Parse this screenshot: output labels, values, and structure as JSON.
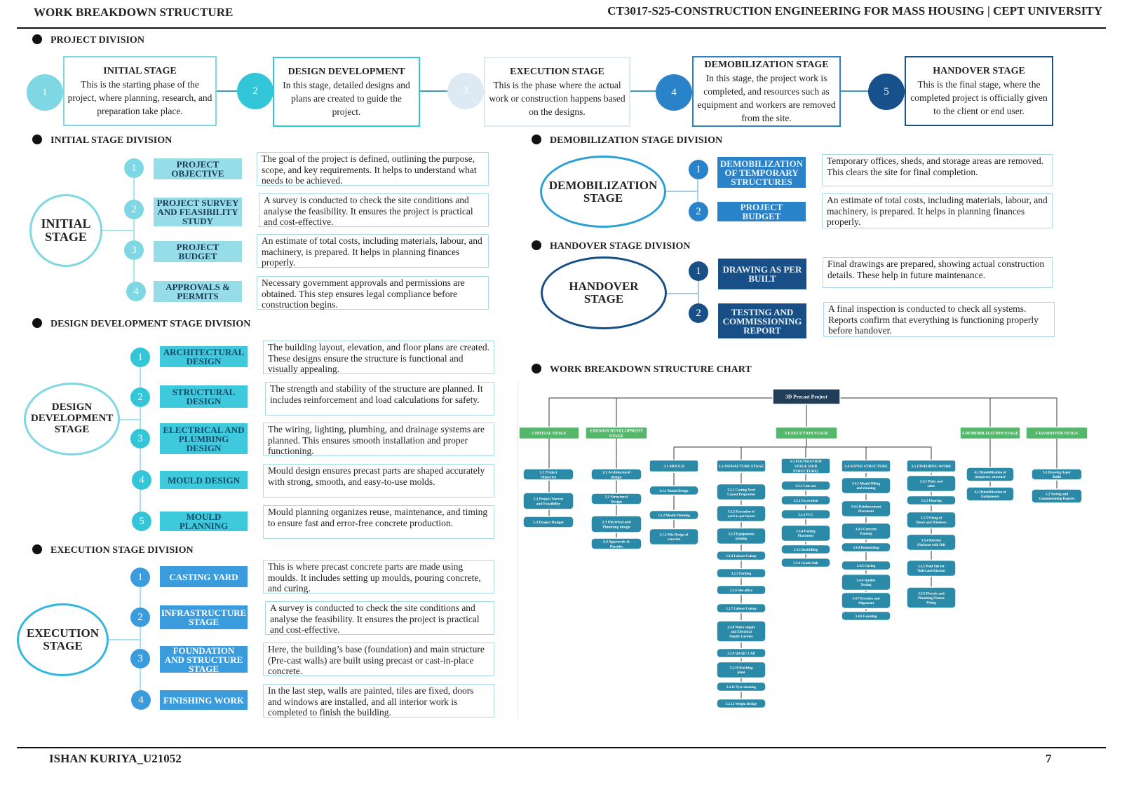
{
  "header": {
    "left": "WORK BREAKDOWN STRUCTURE",
    "right": "CT3017-S25-CONSTRUCTION ENGINEERING FOR MASS HOUSING | CEPT UNIVERSITY"
  },
  "sections": {
    "project_division": "PROJECT DIVISION",
    "initial": "INITIAL STAGE DIVISION",
    "design": "DESIGN DEVELOPMENT STAGE DIVISION",
    "execution": "EXECUTION STAGE DIVISION",
    "demob": "DEMOBILIZATION STAGE DIVISION",
    "handover": "HANDOVER STAGE DIVISION",
    "wbs_chart": "WORK BREAKDOWN STRUCTURE CHART"
  },
  "stages": [
    {
      "num": "1",
      "title": "INITIAL STAGE",
      "text": "This is the starting phase of the project, where planning, research, and preparation take place."
    },
    {
      "num": "2",
      "title": "DESIGN DEVELOPMENT",
      "text": "In this stage, detailed designs and plans are created to guide the project."
    },
    {
      "num": "3",
      "title": "EXECUTION STAGE",
      "text": "This is the phase where the actual work or construction happens based on the designs."
    },
    {
      "num": "4",
      "title": "DEMOBILIZATION STAGE",
      "text": "In this stage, the project work is completed, and resources such as equipment and workers are removed from the site."
    },
    {
      "num": "5",
      "title": "HANDOVER STAGE",
      "text": "This is the final stage, where the completed project is officially given to the client or end user."
    }
  ],
  "initial": {
    "oval": "INITIAL STAGE",
    "items": [
      {
        "num": "1",
        "tag": "PROJECT OBJECTIVE",
        "desc": "The goal of the project is defined, outlining the purpose, scope, and key requirements. It helps to understand what needs to be achieved."
      },
      {
        "num": "2",
        "tag": "PROJECT SURVEY AND FEASIBILITY STUDY",
        "desc": "A survey is conducted to check the site conditions and analyse the feasibility. It ensures the project is practical and cost-effective."
      },
      {
        "num": "3",
        "tag": "PROJECT BUDGET",
        "desc": "An estimate of total costs, including materials, labour, and machinery, is prepared. It helps in planning finances properly."
      },
      {
        "num": "4",
        "tag": "APPROVALS & PERMITS",
        "desc": "Necessary government approvals and permissions are obtained. This step ensures legal compliance before construction begins."
      }
    ]
  },
  "design": {
    "oval": "DESIGN DEVELOPMENT STAGE",
    "items": [
      {
        "num": "1",
        "tag": "ARCHITECTURAL DESIGN",
        "desc": "The building layout, elevation, and floor plans are created. These designs ensure the structure is functional and visually appealing."
      },
      {
        "num": "2",
        "tag": "STRUCTURAL DESIGN",
        "desc": "The strength and stability of the structure are planned. It includes reinforcement and load calculations for safety."
      },
      {
        "num": "3",
        "tag": "ELECTRICAL AND PLUMBING DESIGN",
        "desc": "The wiring, lighting, plumbing, and drainage systems are planned. This ensures smooth installation and proper functioning."
      },
      {
        "num": "4",
        "tag": "MOULD DESIGN",
        "desc": "Mould design ensures precast parts are shaped accurately with strong, smooth, and easy-to-use molds."
      },
      {
        "num": "5",
        "tag": "MOULD PLANNING",
        "desc": "Mould planning organizes reuse, maintenance, and timing to ensure fast and error-free concrete production."
      }
    ]
  },
  "execution": {
    "oval": "EXECUTION STAGE",
    "items": [
      {
        "num": "1",
        "tag": "CASTING YARD",
        "desc": "This is where precast concrete parts are made using moulds. It includes setting up moulds, pouring concrete, and curing."
      },
      {
        "num": "2",
        "tag": "INFRASTRUCTURE STAGE",
        "desc": "A survey is conducted to check the site conditions and analyse the feasibility. It ensures the project is practical and cost-effective."
      },
      {
        "num": "3",
        "tag": "FOUNDATION AND STRUCTURE STAGE",
        "desc": "Here, the building’s base (foundation) and main structure (Pre-cast walls) are built using precast or cast-in-place concrete."
      },
      {
        "num": "4",
        "tag": "FINISHING WORK",
        "desc": "In the last step, walls are painted, tiles are fixed, doors and windows are installed, and all interior work is completed to finish the building."
      }
    ]
  },
  "demob": {
    "oval": "DEMOBILIZATION STAGE",
    "items": [
      {
        "num": "1",
        "tag": "DEMOBILIZATION OF TEMPORARY STRUCTURES",
        "desc": "Temporary offices, sheds, and storage areas are removed. This clears the site for final completion."
      },
      {
        "num": "2",
        "tag": "PROJECT BUDGET",
        "desc": "An estimate of total costs, including materials, labour, and machinery, is prepared. It helps in planning finances properly."
      }
    ]
  },
  "handover": {
    "oval": "HANDOVER STAGE",
    "items": [
      {
        "num": "1",
        "tag": "DRAWING AS PER BUILT",
        "desc": "Final drawings are prepared, showing actual construction details. These help in future maintenance."
      },
      {
        "num": "2",
        "tag": "TESTING AND COMMISSIONING REPORT",
        "desc": "A final inspection is conducted to check all systems. Reports confirm that everything is functioning properly before handover."
      }
    ]
  },
  "wbs": {
    "root": "3D Precast Project",
    "level1": [
      "1 INITIAL STAGE",
      "2 DESIGN DEVELOPMENT STAGE",
      "3 EXECUTION STAGE",
      "4 DEMOBILIZATION STAGE",
      "5 HANDOVER STAGE"
    ],
    "initial": [
      "1.1 Project Objective",
      "1.2 Project Survey and Feasibility",
      "1.3 Project Budget"
    ],
    "design": [
      "2.1 Architectural design",
      "2.2 Structural Design",
      "2.3 Electrical and Plumbing design",
      "2.4 Approvals & Permits"
    ],
    "exec_groups": [
      {
        "label": "3.1 MOULD",
        "items": [
          "3.1.1 Mould Design",
          "3.1.2 Mould Planning",
          "3.1.3 Mix Design of concrete"
        ]
      },
      {
        "label": "3.2 INFRACTURE STAGE",
        "items": [
          "3.2.1 Casting Yard Layout Prepration",
          "3.2.2 Execution of yard as per layout",
          "3.2.3 Equipments planing",
          "3.2.4 Labour Colony",
          "3.2.5 Parking",
          "3.2.6 Site office",
          "3.2.7 Labour Colony",
          "3.2.8 Water supply and Electrical Supply Layouts",
          "3.2.9 QA/QC LAB",
          "3.2.10 Batching plant",
          "3.2.11 Tyre cleaning",
          "3.2.12 Weight Bridge"
        ]
      },
      {
        "label": "3.3 FOUNDATION STAGE (SUB STRUCTURE)",
        "items": [
          "3.3.1 Line out",
          "3.3.2 Excavation",
          "3.3.3 PCC",
          "3.3.4 Footing Placement",
          "3.3.5 Backfilling",
          "3.3.6 Grade Salb"
        ]
      },
      {
        "label": "3.4 SUPER STRUCTURE",
        "items": [
          "3.4.1 Mould Oiling and cleaning",
          "3.4.2 Reinforcement Placement",
          "3.4.3 Concrete Pouring",
          "3.4.4 Demoulding",
          "3.4.5 Curing",
          "3.4.6 Quality Testing",
          "3.4.7 Erection and Alignment",
          "3.4.8 Grouting"
        ]
      },
      {
        "label": "3.5 FINISHING WORK",
        "items": [
          "3.5.1 Putty and color",
          "3.5.2 Flooring",
          "3.5.3 Fixing of Doors and Windows",
          "3.5.4 Kitchen Platform with Otli",
          "3.5.5 Wall Tile for Toilet and Kitchen",
          "3.5.6 Electric and Plumbing Fixture Fixing"
        ]
      }
    ],
    "demob": [
      "4.1 Demobilization of temporary structure",
      "4.2 Demobilization of Equipments"
    ],
    "handover": [
      "5.1 Drawing Asper Build",
      "5.2 Testing and Commissioning Reports"
    ]
  },
  "footer": {
    "left": "ISHAN KURIYA_U21052",
    "right": "7"
  },
  "colors": {
    "c1": "#7fd7e3",
    "c2": "#33c5d8",
    "c3": "#dde9f3",
    "c4": "#2a83c8",
    "c5": "#17508a",
    "initial_tag": "#96dde8",
    "design_tag": "#3fc9dc",
    "exec_tag": "#3a9cdc",
    "demob_tag": "#2a83c8",
    "handover_tag": "#174f86",
    "wbs_green": "#54b86a",
    "wbs_navy": "#213e59",
    "wbs_teal": "#2b8aa7"
  }
}
